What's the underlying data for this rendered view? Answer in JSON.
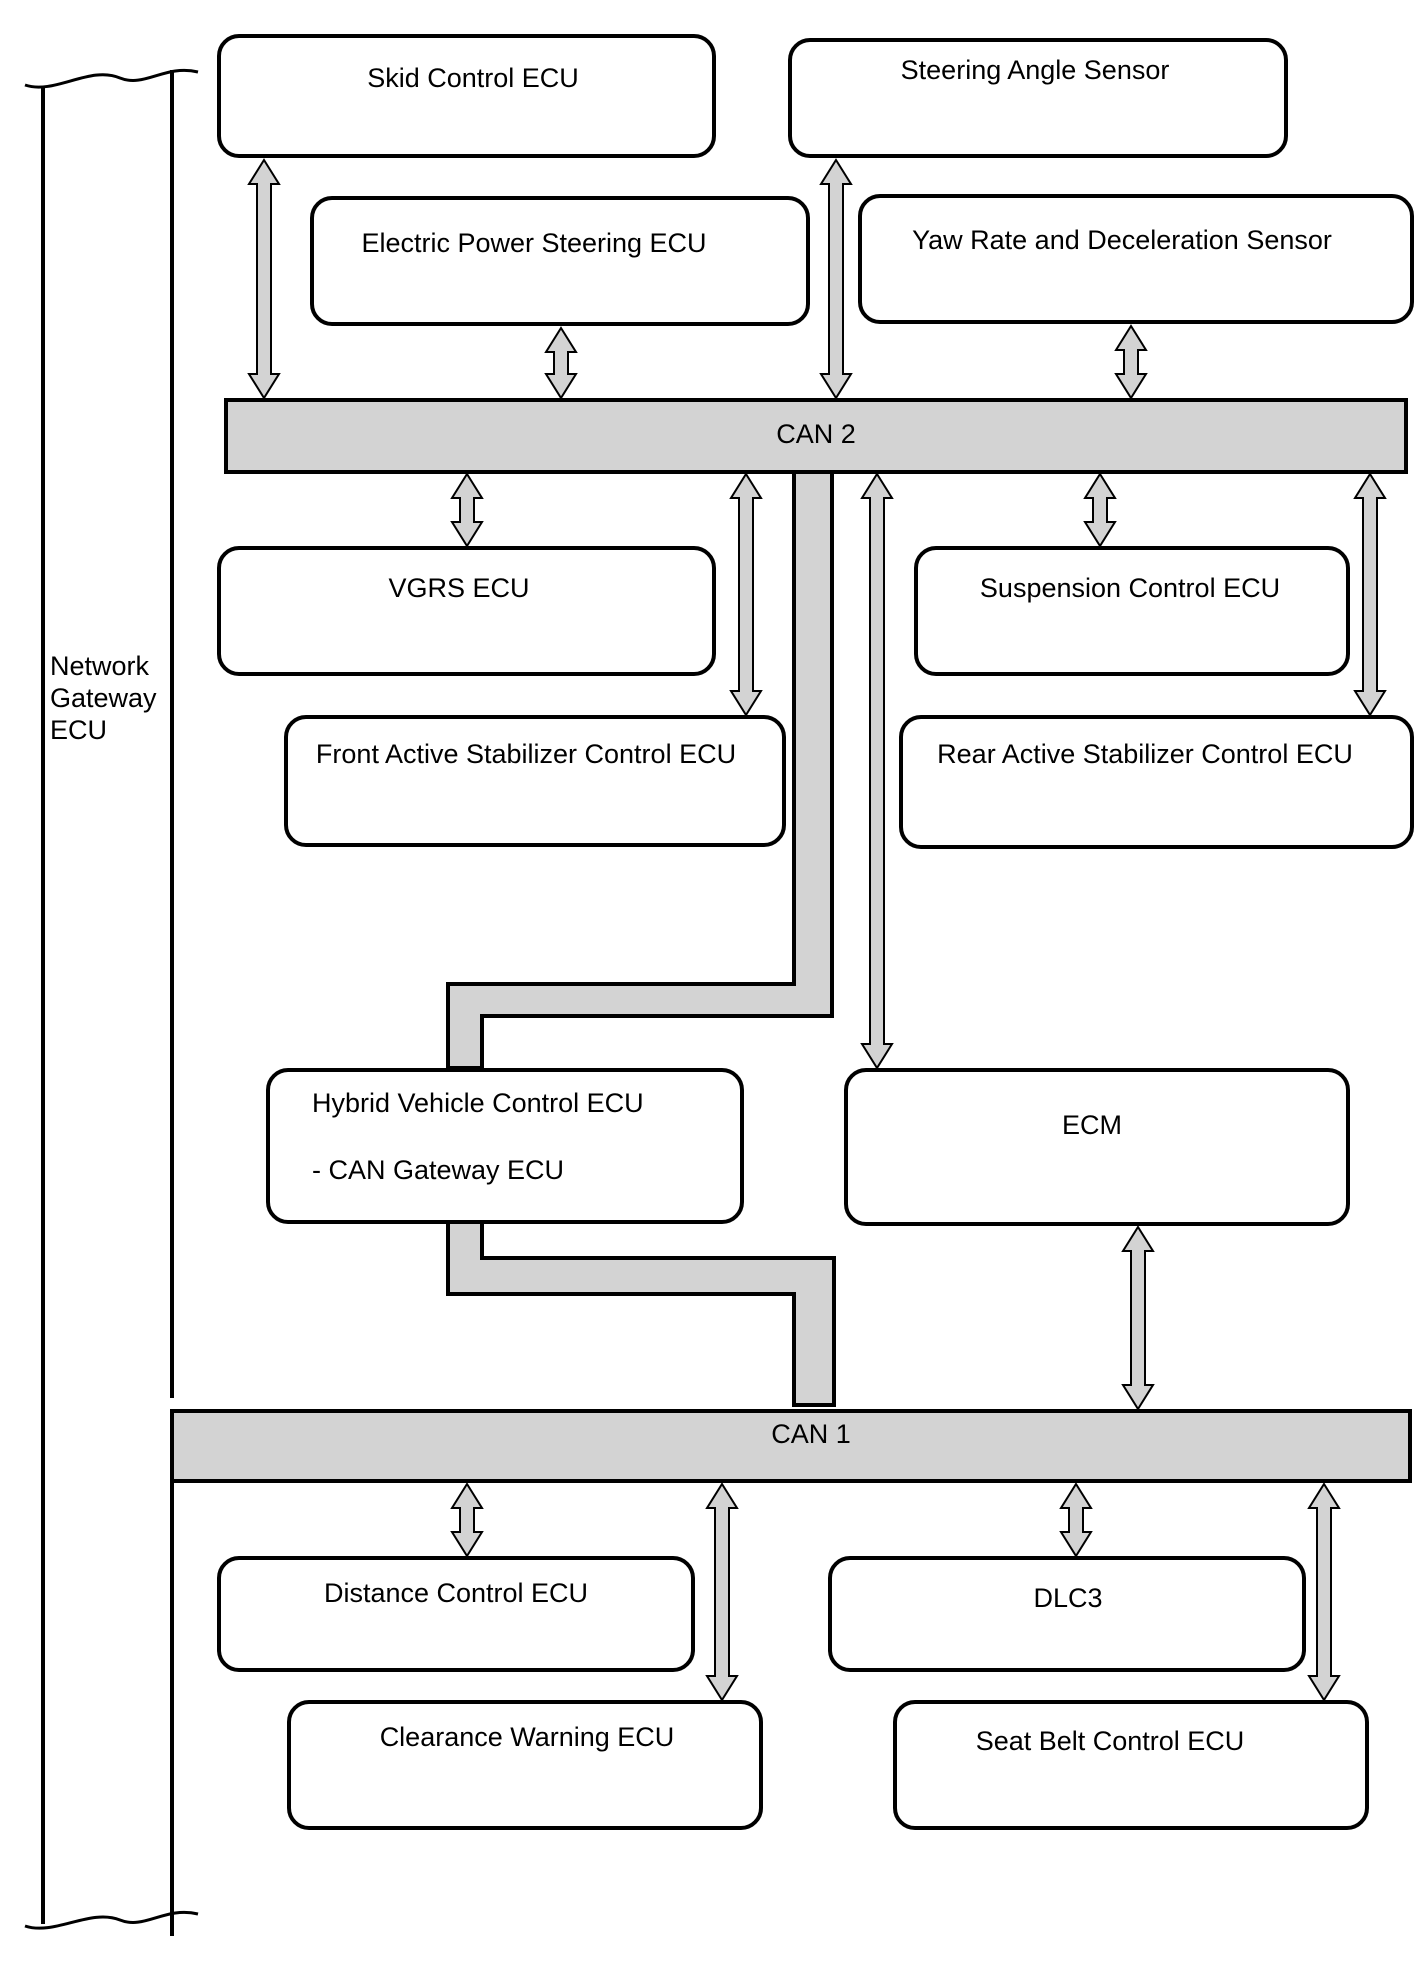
{
  "diagram": {
    "colors": {
      "bus_fill": "#d3d3d3",
      "line": "#000000",
      "box_fill": "#ffffff"
    },
    "gateway": {
      "line1": "Network",
      "line2": "Gateway",
      "line3": "ECU"
    },
    "buses": {
      "can2": "CAN 2",
      "can1": "CAN 1"
    },
    "nodes": {
      "skid_control": "Skid Control ECU",
      "steering_angle": "Steering Angle Sensor",
      "electric_power_steering": "Electric Power Steering ECU",
      "yaw_rate": "Yaw Rate and Deceleration Sensor",
      "vgrs": "VGRS ECU",
      "suspension_control": "Suspension Control ECU",
      "front_stabilizer": "Front Active Stabilizer Control ECU",
      "rear_stabilizer": "Rear Active Stabilizer Control ECU",
      "hybrid_line1": "Hybrid Vehicle Control ECU",
      "hybrid_line2": "- CAN Gateway ECU",
      "ecm": "ECM",
      "distance_control": "Distance Control ECU",
      "dlc3": "DLC3",
      "clearance_warning": "Clearance Warning ECU",
      "seat_belt": "Seat Belt Control ECU"
    }
  }
}
